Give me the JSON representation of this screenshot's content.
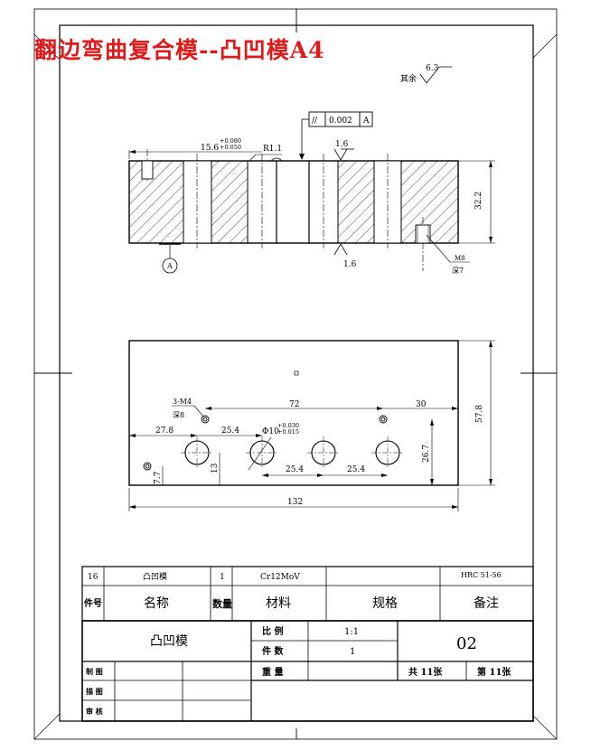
{
  "title": "翻边弯曲复合模--凸凹模A4",
  "colors": {
    "title": "#e0191b",
    "ink": "#000000",
    "paper": "#ffffff"
  },
  "roughness": {
    "label": "其余",
    "value": "6.3"
  },
  "section_view": {
    "tolerance_frame": {
      "symbol": "//",
      "value": "0.002",
      "datum": "A"
    },
    "dim_width": "15.6",
    "dim_width_tol_upper": "+0.080",
    "dim_width_tol_lower": "+0.050",
    "radius": "R1.1",
    "roughness_top": "1.6",
    "roughness_bottom": "1.6",
    "height": "32.2",
    "datum_label": "A",
    "thread": "M8",
    "thread_depth": "深7"
  },
  "plan_view": {
    "tapped_holes": "3-M4",
    "tapped_depth": "深8",
    "dim_72": "72",
    "dim_30": "30",
    "dim_27_8": "27.8",
    "dim_25_4_top": "25.4",
    "hole_dia": "Φ10",
    "hole_tol_upper": "+0.030",
    "hole_tol_lower": "+0.015",
    "dim_13": "13",
    "dim_25_4_a": "25.4",
    "dim_25_4_b": "25.4",
    "dim_26_7": "26.7",
    "dim_7_7": "7.7",
    "dim_57_8": "57.8",
    "dim_132": "132"
  },
  "parts_list": {
    "row": {
      "no": "16",
      "name": "凸凹模",
      "qty": "1",
      "material": "Cr12MoV",
      "spec": "",
      "note": "HRC 51-56"
    },
    "headers": {
      "no": "件号",
      "name": "名称",
      "qty": "数量",
      "material": "材料",
      "spec": "规格",
      "note": "备注"
    }
  },
  "title_block": {
    "part_name": "凸凹模",
    "scale_label": "比  例",
    "scale_value": "1:1",
    "count_label": "件  数",
    "count_value": "1",
    "drawing_no": "02",
    "weight_label": "重  量",
    "total_sheets": "共  11张",
    "sheet_no": "第  11张",
    "drawn_label": "制  图",
    "traced_label": "描  图",
    "checked_label": "审  核"
  }
}
